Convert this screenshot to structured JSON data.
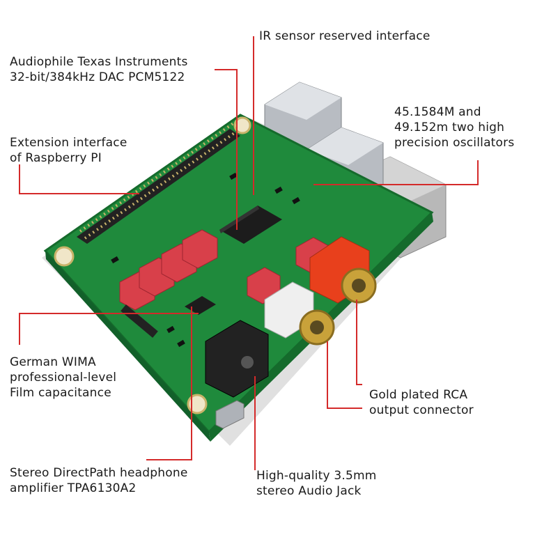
{
  "callouts": {
    "dac": {
      "line1": "Audiophile Texas Instruments",
      "line2": "32-bit/384kHz DAC PCM5122"
    },
    "extension": {
      "line1": "Extension interface",
      "line2": "of Raspberry PI"
    },
    "wima": {
      "line1": "German WIMA",
      "line2": "professional-level",
      "line3": "Film capacitance"
    },
    "headphone": {
      "line1": "Stereo DirectPath headphone",
      "line2": "amplifier TPA6130A2"
    },
    "ir": {
      "line1": "IR sensor reserved interface"
    },
    "oscillators": {
      "line1": "45.1584M and",
      "line2": "49.152m two high",
      "line3": "precision oscillators"
    },
    "rca": {
      "line1": "Gold plated RCA",
      "line2": "output connector"
    },
    "jack": {
      "line1": "High-quality 3.5mm",
      "line2": "stereo  Audio Jack"
    }
  },
  "colors": {
    "leader": "#d42a2a",
    "pcb": "#1f8a3c",
    "pcb_dark": "#156b2c",
    "capacitor": "#d8404a",
    "rca_red": "#e8401c",
    "gold": "#c9a23a",
    "usb_metal": "#b8bcc2",
    "header_pin": "#c9b36a"
  },
  "icons": [
    "raspberry-pi-hat-board-illustration"
  ]
}
